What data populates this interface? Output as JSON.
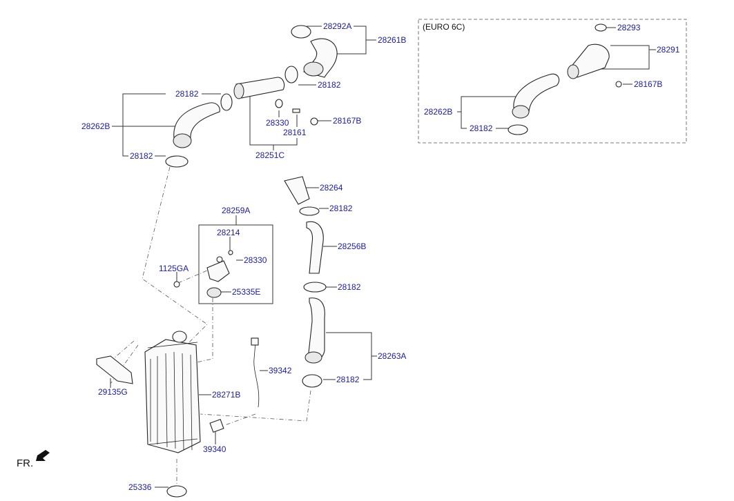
{
  "diagram": {
    "variant_label": "(EURO 6C)",
    "front_label": "FR.",
    "part_labels": {
      "p28292A": "28292A",
      "p28261B": "28261B",
      "p28182_top_right": "28182",
      "p28182_top_left": "28182",
      "p28262B": "28262B",
      "p28182_hose_bottom": "28182",
      "p28330_top": "28330",
      "p28161": "28161",
      "p28167B": "28167B",
      "p28251C": "28251C",
      "p28264": "28264",
      "p28182_mid1": "28182",
      "p28259A": "28259A",
      "p28214": "28214",
      "p28256B": "28256B",
      "p1125GA": "1125GA",
      "p28330_mid": "28330",
      "p25335E": "25335E",
      "p28182_mid2": "28182",
      "p28263A": "28263A",
      "p39342": "39342",
      "p28182_low": "28182",
      "p29135G": "29135G",
      "p28271B": "28271B",
      "p39340": "39340",
      "p25336": "25336",
      "e28293": "28293",
      "e28291": "28291",
      "e28167B": "28167B",
      "e28262B": "28262B",
      "e28182": "28182"
    }
  }
}
